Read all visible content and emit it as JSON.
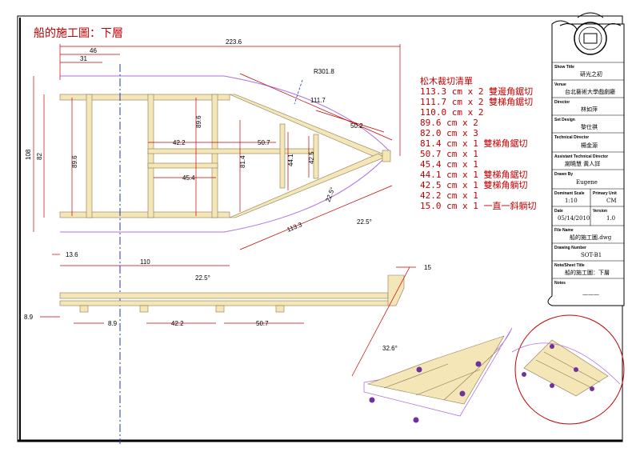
{
  "drawing_title": "船的施工圖：下層",
  "cut_list": {
    "heading": "松木裁切清單",
    "items": [
      "113.3 cm  x 2 雙邊角鋸切",
      "111.7 cm  x 2 雙梯角鋸切",
      "110.0 cm  x 2",
      "89.6 cm  x 2",
      "82.0 cm  x 3",
      "81.4 cm  x 1 雙梯角鋸切",
      "50.7 cm  x 1",
      "45.4 cm  x 1",
      "44.1 cm  x 1 雙梯角鋸切",
      "42.5 cm  x 1 雙梯角躺切",
      "42.2 cm  x 1",
      "15.0 cm  x 1 一直一斜躺切"
    ]
  },
  "dimensions": {
    "overall_length": "223.6",
    "d46": "46",
    "d31": "31",
    "radius": "R301.8",
    "d111_7": "111.7",
    "d50_2": "50.2",
    "d108": "108",
    "d82": "82",
    "d89_6_left": "89.6",
    "d89_6_mid": "89.6",
    "d42_2": "42.2",
    "d50_7": "50.7",
    "d45_4": "45.4",
    "d81_4": "81.4",
    "d44_1": "44.1",
    "d42_5": "42.5",
    "d113_3": "113.3",
    "a22_5_a": "22.5°",
    "a22_5_b": "22.5°",
    "a22_5_c": "22.5°",
    "d13_6": "13.6",
    "d110": "110",
    "d15": "15",
    "d8_9_a": "8.9",
    "d8_9_b": "8.9",
    "d42_2_side": "42.2",
    "d50_7_side": "50.7",
    "a32_6": "32.6°"
  },
  "title_block": {
    "show_title_label": "Show Title",
    "show_title": "研光之初",
    "venue_label": "Venue",
    "venue": "台北藝術大學戲劇廳",
    "director_label": "Director",
    "director": "林如萍",
    "set_design_label": "Set Design",
    "set_design": "黎仕祺",
    "technical_director_label": "Technical Director",
    "technical_director": "楊金源",
    "assistant_label": "Assistant Technical Director",
    "assistant": "謝曉慧 黃人詳",
    "drawn_by_label": "Drawn By",
    "drawn_by": "Eugene",
    "scale_label": "Dominant Scale",
    "scale": "1:10",
    "unit_label": "Primary Unit",
    "unit": "CM",
    "date_label": "Date",
    "date": "05/14/2010",
    "version_label": "Version",
    "version": "1.0",
    "file_name_label": "File Name",
    "file_name": "船的施工圖.dwg",
    "drawing_number_label": "Drawing Number",
    "drawing_number": "SOT-B1",
    "sheet_title_label": "Note/Sheet Title",
    "sheet_title": "船的施工圖：下層",
    "notes_label": "Notes",
    "notes": "———"
  },
  "colors": {
    "frame": "#000000",
    "wood": "#f5e6b8",
    "wood_edge": "#8a7a50",
    "dim_line": "#c00000",
    "hull_curve": "#b070e0",
    "center_line": "#2030c0",
    "wheel": "#7030a0"
  }
}
